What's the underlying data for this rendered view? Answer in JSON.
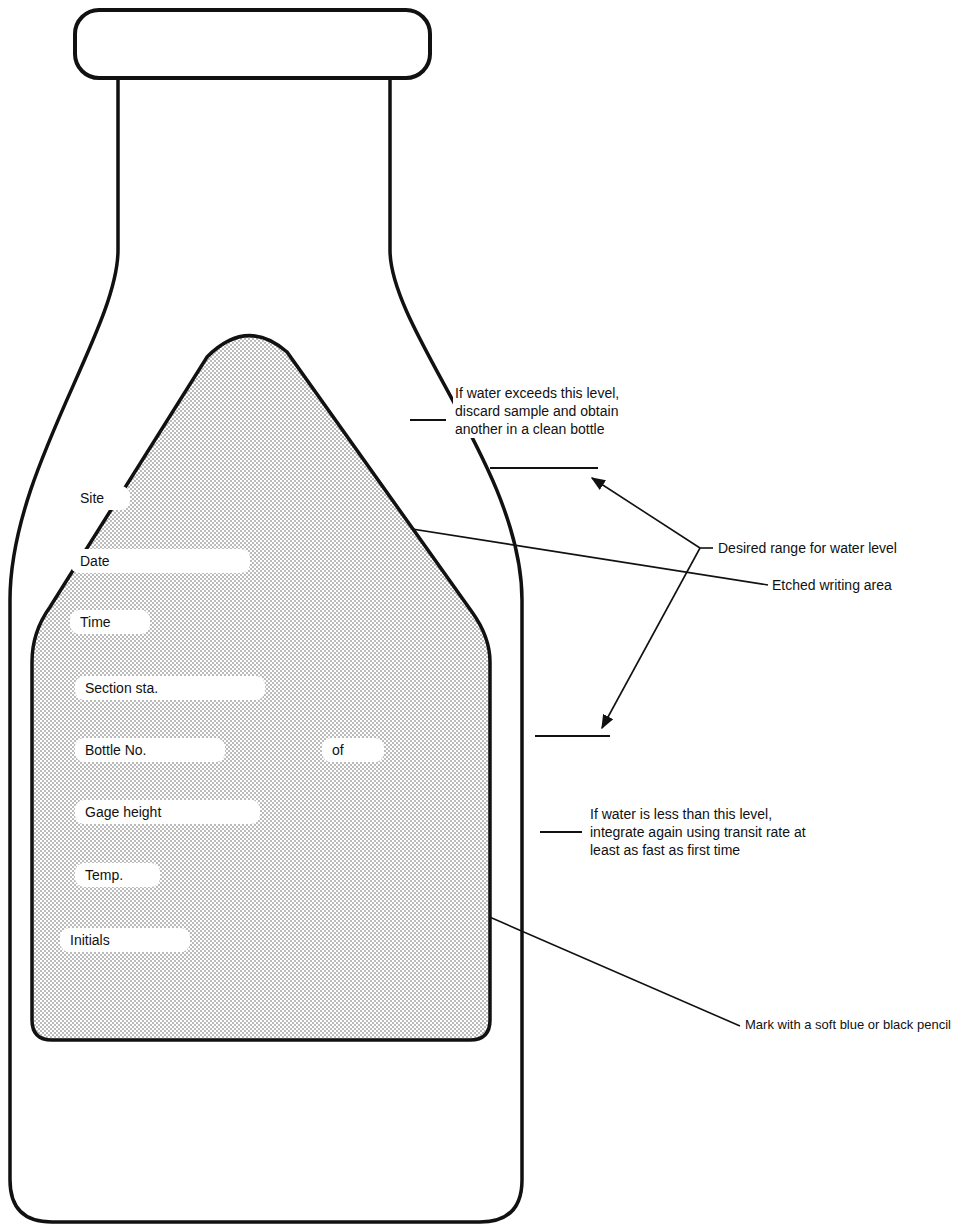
{
  "diagram": {
    "nodes": [
      {
        "text": [
          "Site",
          "Date",
          "Time",
          "Section sta.",
          "Bottle No.",
          "of",
          "Gage height",
          "Temp.",
          "Initials"
        ]
      }
    ],
    "labels": [
      "If water exceeds this level, discard sample and obtain another in a clean bottle",
      "Desired range for water level",
      "Etched writing area",
      "If water is less than this level, integrate again using transit rate at least as fast as first time",
      "Mark with a soft blue or black pencil"
    ]
  }
}
